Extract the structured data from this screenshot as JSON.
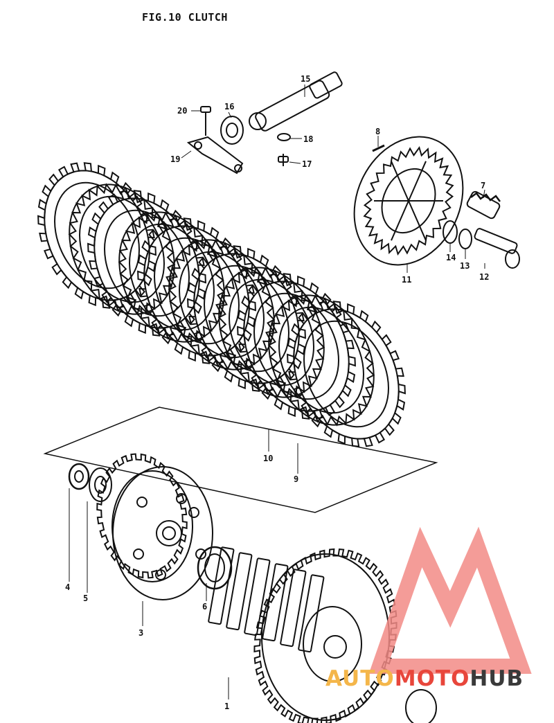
{
  "figure_title": "FIG.10 CLUTCH",
  "part_numbers": [
    "20",
    "16",
    "15",
    "19",
    "18",
    "17",
    "8",
    "7",
    "14",
    "13",
    "12",
    "11",
    "10",
    "9",
    "4",
    "5",
    "6",
    "3",
    "1"
  ],
  "watermark": {
    "part1": "AUTO",
    "part2": "MOTO",
    "part3": "HUB",
    "colors": [
      "#f4b64a",
      "#e8463b",
      "#3a3a3a"
    ]
  },
  "ink_color": "#111111"
}
